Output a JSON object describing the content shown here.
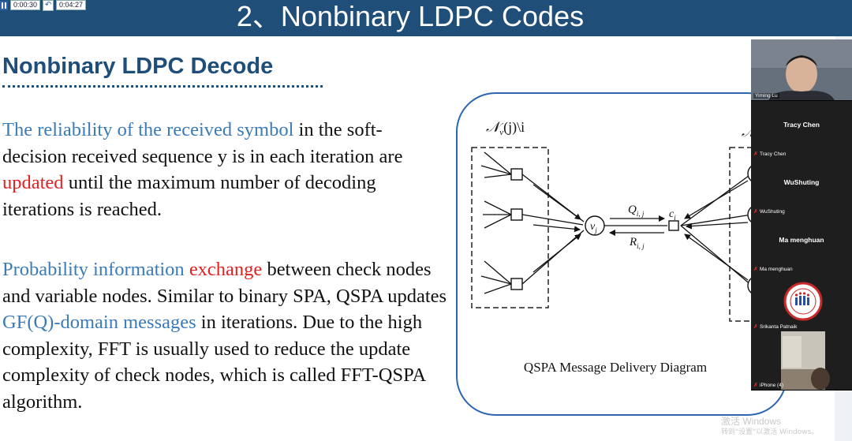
{
  "toolbar": {
    "elapsed": "0:00:30",
    "total": "0:04:27"
  },
  "slide": {
    "title": "2、Nonbinary LDPC Codes",
    "heading": "Nonbinary LDPC Decode",
    "p1": {
      "s1": "The reliability of the received symbol",
      "s2": " in the soft-decision received sequence y is in each iteration are ",
      "s3": "updated",
      "s4": " until the maximum number of decoding iterations is reached."
    },
    "p2": {
      "s1": "Probability information",
      "s2": " ",
      "s3": "exchange",
      "s4": " between check nodes and variable nodes. Similar to binary SPA, QSPA updates ",
      "s5": "GF(Q)-domain messages",
      "s6": " in iterations. Due to the high complexity, FFT is usually used to reduce the update complexity of check nodes, which is called FFT-QSPA algorithm."
    },
    "diagram": {
      "set_label": "𝒩",
      "set_sub": "v",
      "set_rest": "(j)\\i",
      "set_label_right": "𝒩",
      "vnode": "v",
      "vnode_sub": "j",
      "cnode": "c",
      "cnode_sub": "i",
      "msg_q": "Q",
      "msg_q_sub": "i, j",
      "msg_r": "R",
      "msg_r_sub": "i, j",
      "caption": "QSPA Message Delivery Diagram"
    }
  },
  "participants": [
    {
      "name": "Yiming Lu",
      "tile_title": "",
      "muted": false
    },
    {
      "name": "Tracy Chen",
      "tile_title": "Tracy Chen",
      "muted": true
    },
    {
      "name": "WuShuting",
      "tile_title": "WuShuting",
      "muted": true
    },
    {
      "name": "Ma menghuan",
      "tile_title": "Ma menghuan",
      "muted": true
    },
    {
      "name": "Srikanta Patnaik",
      "tile_title": "",
      "muted": true
    },
    {
      "name": "iPhone (4)",
      "tile_title": "",
      "muted": true
    }
  ],
  "watermark": {
    "line1": "激活 Windows",
    "line2": "转到\"设置\"以激活 Windows。"
  },
  "colors": {
    "header": "#1f4e79",
    "accent_blue": "#3b7bb8",
    "accent_red": "#e32020",
    "frame": "#2c66b0"
  }
}
